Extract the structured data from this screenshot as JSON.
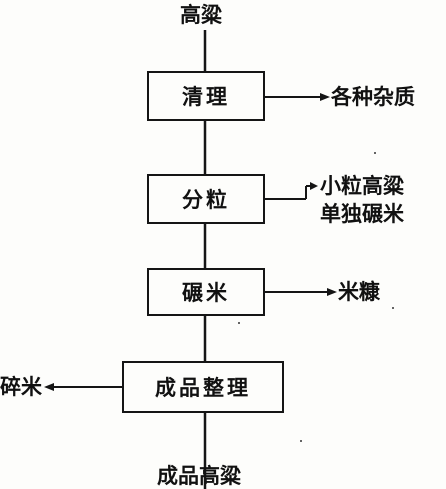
{
  "flow": {
    "input": "高粱",
    "steps": [
      {
        "label": "清理",
        "side_output": "各种杂质"
      },
      {
        "label": "分粒",
        "side_output_lines": [
          "小粒高粱",
          "单独碾米"
        ]
      },
      {
        "label": "碾米",
        "side_output": "米糠"
      },
      {
        "label": "成品整理",
        "side_output_left": "碎米"
      }
    ],
    "output": "成品高粱"
  }
}
